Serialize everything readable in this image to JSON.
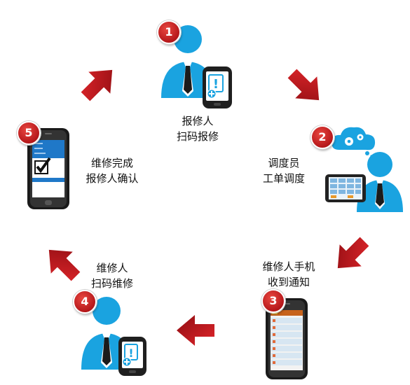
{
  "steps": [
    {
      "number": "1",
      "line1": "报修人",
      "line2": "扫码报修"
    },
    {
      "number": "2",
      "line1": "调度员",
      "line2": "工单调度"
    },
    {
      "number": "3",
      "line1": "维修人手机",
      "line2": "收到通知"
    },
    {
      "number": "4",
      "line1": "维修人",
      "line2": "扫码维修"
    },
    {
      "number": "5",
      "line1": "维修完成",
      "line2": "报修人确认"
    }
  ],
  "colors": {
    "person": "#1aa3e0",
    "arrow": "#c0141b",
    "badge": "#c4191c"
  },
  "icons": [
    "person-icon",
    "phone-icon",
    "tablet-icon",
    "cloud-gears-icon",
    "arrow-icon"
  ]
}
